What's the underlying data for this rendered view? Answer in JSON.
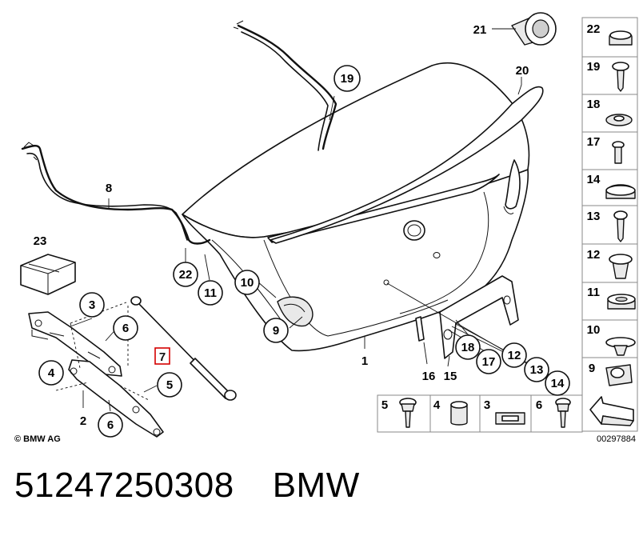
{
  "copyright": "© BMW AG",
  "diagram_id": "00297884",
  "part_number": "51247250308",
  "brand": "BMW",
  "callouts": {
    "c1": "1",
    "c2": "2",
    "c3": "3",
    "c4": "4",
    "c5": "5",
    "c6a": "6",
    "c6b": "6",
    "c7": "7",
    "c8": "8",
    "c9": "9",
    "c10": "10",
    "c11": "11",
    "c12": "12",
    "c13": "13",
    "c14": "14",
    "c15": "15",
    "c16": "16",
    "c17": "17",
    "c18": "18",
    "c19": "19",
    "c20": "20",
    "c21": "21",
    "c22": "22",
    "c23": "23"
  },
  "side_panel": [
    "22",
    "19",
    "18",
    "17",
    "14",
    "13",
    "12",
    "11",
    "10",
    "9"
  ],
  "bottom_panel": [
    "5",
    "4",
    "3",
    "6"
  ],
  "highlighted_part": "7"
}
